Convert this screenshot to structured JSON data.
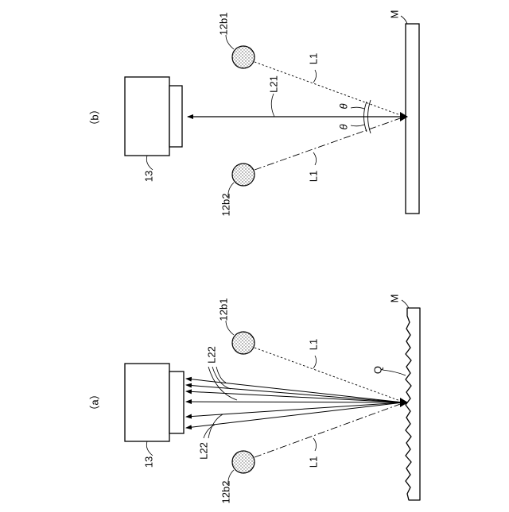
{
  "panels": {
    "a": {
      "label": "（a）",
      "camera": "13",
      "light_upper": "12b1",
      "light_lower": "12b2",
      "illum_upper": "L1",
      "illum_lower": "L1",
      "scatter_upper": "L22",
      "scatter_lower": "L22",
      "surface": "M",
      "roughness": "Q"
    },
    "b": {
      "label": "（b）",
      "camera": "13",
      "light_upper": "12b1",
      "light_lower": "12b2",
      "illum_upper": "L1",
      "illum_lower": "L1",
      "reflect": "L21",
      "angle_upper": "θ",
      "angle_lower": "θ",
      "surface": "M"
    }
  },
  "colors": {
    "ink": "#000000",
    "paper": "#ffffff",
    "light_fill": "#cfcfcf"
  }
}
